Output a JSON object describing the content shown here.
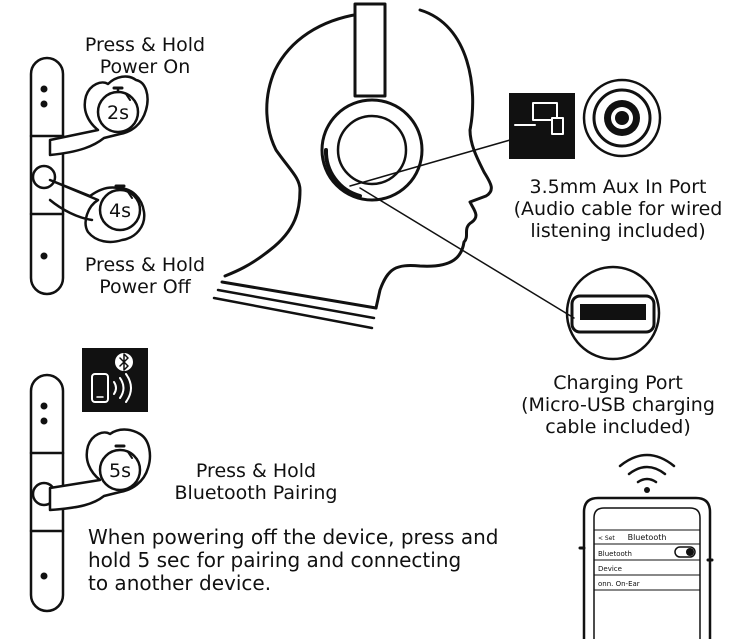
{
  "labels": {
    "power_on": [
      "Press & Hold",
      "Power On"
    ],
    "power_off": [
      "Press & Hold",
      "Power Off"
    ],
    "bt_pairing": [
      "Press & Hold",
      "Bluetooth Pairing"
    ],
    "aux_port": [
      "3.5mm Aux In Port",
      "(Audio cable for wired",
      "listening included)"
    ],
    "charging_port": [
      "Charging Port",
      "(Micro-USB charging",
      "cable included)"
    ]
  },
  "timers": {
    "on": "2s",
    "off": "4s",
    "pair": "5s"
  },
  "note_lines": [
    "When powering off the device, press and",
    "hold 5 sec for pairing and connecting",
    "to another device."
  ],
  "phone": {
    "title": "Bluetooth",
    "back": "< Set",
    "bluetooth_row": "Bluetooth",
    "devices_row": "Device",
    "device_item": "onn. On-Ear"
  },
  "icons": [
    "stopwatch-icon",
    "bluetooth-icon",
    "phone-icon",
    "sound-waves-icon",
    "wifi-signal-icon",
    "audio-jack-icon",
    "usb-port-icon",
    "devices-icon"
  ]
}
